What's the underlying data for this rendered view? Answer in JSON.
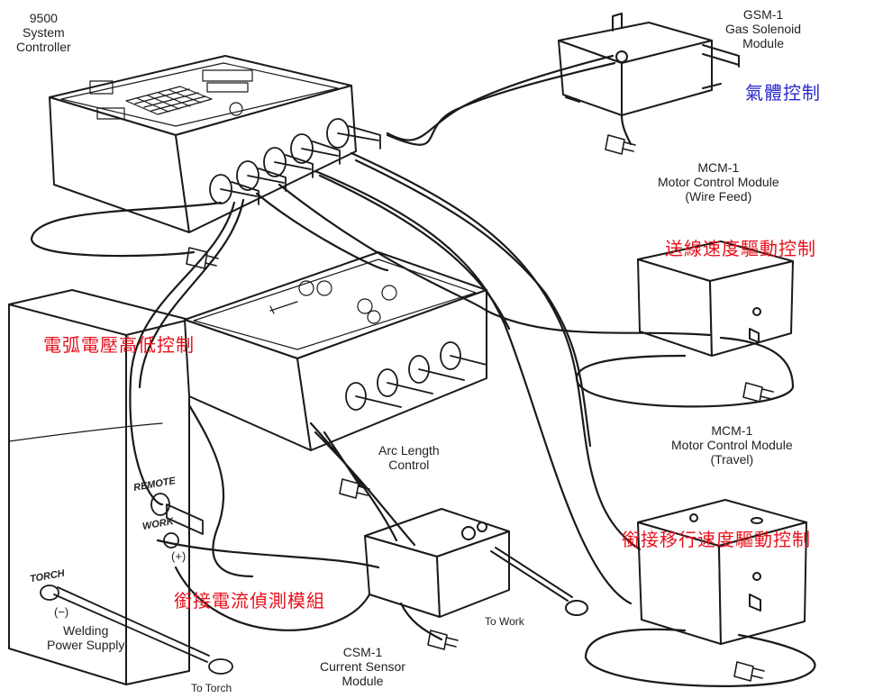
{
  "colors": {
    "line": "#1a1a1a",
    "annotation_red": "#e8101a",
    "annotation_blue": "#2a2acc",
    "background": "#ffffff"
  },
  "modules": {
    "system_controller": {
      "line1": "9500",
      "line2": "System",
      "line3": "Controller"
    },
    "gas_solenoid": {
      "line1": "GSM-1",
      "line2": "Gas Solenoid",
      "line3": "Module"
    },
    "motor_wire_feed": {
      "line1": "MCM-1",
      "line2": "Motor Control Module",
      "line3": "(Wire Feed)"
    },
    "motor_travel": {
      "line1": "MCM-1",
      "line2": "Motor Control Module",
      "line3": "(Travel)"
    },
    "arc_length": {
      "line1": "Arc Length",
      "line2": "Control"
    },
    "current_sensor": {
      "line1": "CSM-1",
      "line2": "Current Sensor",
      "line3": "Module"
    },
    "power_supply": {
      "line1": "Welding",
      "line2": "Power Supply"
    }
  },
  "terminals": {
    "remote": "REMOTE",
    "work": "WORK",
    "torch": "TORCH",
    "plus": "(+)",
    "minus": "(−)",
    "to_work": "To Work",
    "to_torch": "To Torch"
  },
  "annotations": {
    "gas_control": "氣體控制",
    "wire_feed_speed": "送線速度驅動控制",
    "arc_voltage_height": "電弧電壓高低控制",
    "travel_speed": "銜接移行速度驅動控制",
    "current_sensing": "銜接電流偵測模組"
  }
}
